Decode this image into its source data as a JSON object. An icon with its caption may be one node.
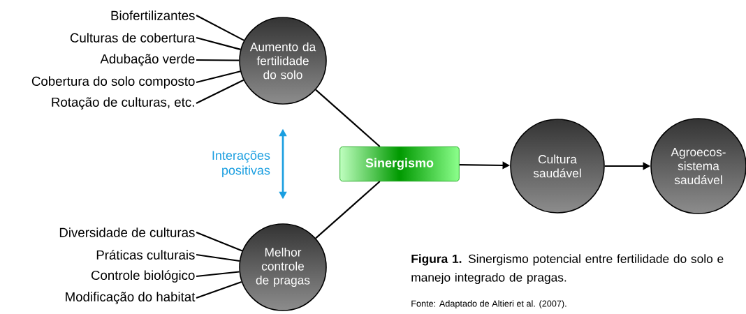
{
  "diagram": {
    "caption": "**Figura 1.** Sinergismo potencial entre fertilidade do solo e manejo integrado de pragas.",
    "nodes": [
      {
        "text": [
          "Aumento da fertilidade do solo"
        ]
      },
      {
        "text": [
          "Biofertilizantes"
        ]
      },
      {
        "text": [
          "Culturas de cobertura"
        ]
      },
      {
        "text": [
          "Adubação verde"
        ]
      },
      {
        "text": [
          "Cobertura do solo composto"
        ]
      },
      {
        "text": [
          "Rotação de culturas, etc."
        ]
      },
      {
        "text": [
          "Melhor controle de pragas"
        ]
      },
      {
        "text": [
          "Diversidade de culturas"
        ]
      },
      {
        "text": [
          "Práticas culturais"
        ]
      },
      {
        "text": [
          "Controle biológico"
        ]
      },
      {
        "text": [
          "Modificação do habitat"
        ]
      },
      {
        "text": [
          "Sinergismo"
        ]
      },
      {
        "text": [
          "Cultura saudável"
        ]
      },
      {
        "text": [
          "Agroecos-sistema saudável"
        ]
      }
    ],
    "edges": [
      {
        "from": 1,
        "to": 0,
        "arrow": "none"
      },
      {
        "from": 2,
        "to": 0,
        "arrow": "none"
      },
      {
        "from": 3,
        "to": 0,
        "arrow": "none"
      },
      {
        "from": 4,
        "to": 0,
        "arrow": "none"
      },
      {
        "from": 5,
        "to": 0,
        "arrow": "none"
      },
      {
        "from": 7,
        "to": 6,
        "arrow": "none"
      },
      {
        "from": 8,
        "to": 6,
        "arrow": "none"
      },
      {
        "from": 9,
        "to": 6,
        "arrow": "none"
      },
      {
        "from": 10,
        "to": 6,
        "arrow": "none"
      },
      {
        "from": 0,
        "to": 11,
        "arrow": "none"
      },
      {
        "from": 6,
        "to": 11,
        "arrow": "none"
      },
      {
        "from": 11,
        "to": 12,
        "arrow": "to"
      },
      {
        "from": 12,
        "to": 13,
        "arrow": "to"
      },
      {
        "from": 0,
        "to": 6,
        "arrow": "both",
        "label": "Interações positivas",
        "color": "#1a9ee0"
      }
    ],
    "labels": [
      "Fonte: Adaptado de Altieri et al. (2007)."
    ]
  }
}
